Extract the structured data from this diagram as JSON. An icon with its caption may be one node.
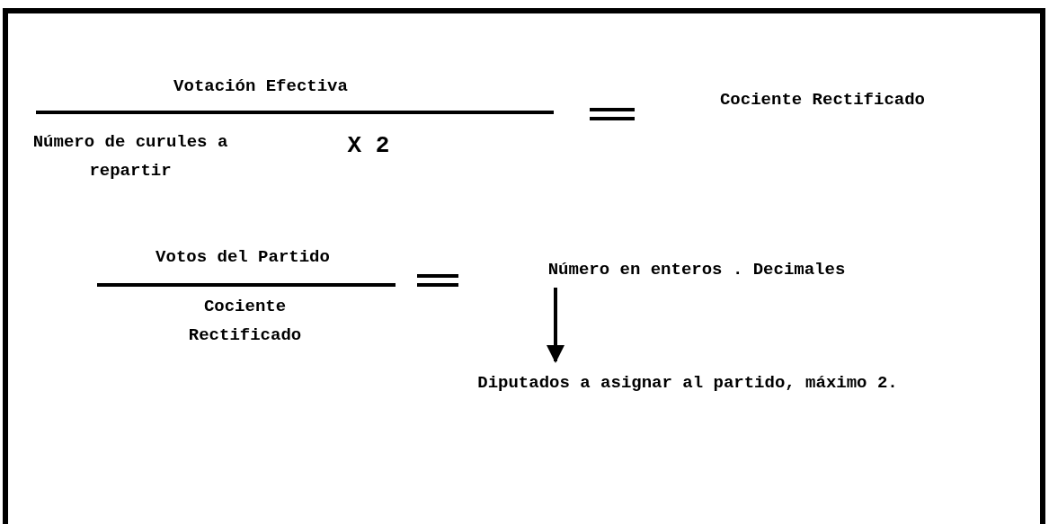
{
  "diagram": {
    "nodes": [
      {
        "text": [
          "Número en enteros . Decimales"
        ]
      },
      {
        "text": [
          "Diputados a asignar al partido, máximo 2."
        ]
      }
    ],
    "edges": [
      {
        "from": 0,
        "to": 1,
        "arrow": "to"
      }
    ],
    "labels": [
      "Votación Efectiva",
      "Cociente Rectificado",
      "Número de curules a repartir",
      "X 2",
      "Votos del Partido",
      "Cociente Rectificado"
    ]
  }
}
